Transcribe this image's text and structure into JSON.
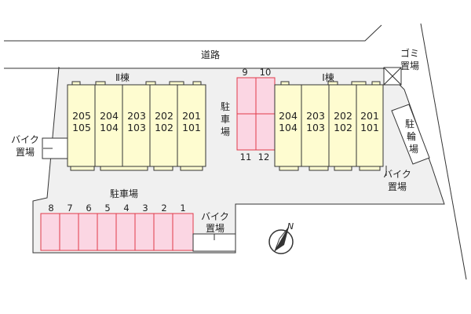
{
  "road_label": "道路",
  "building_ii": {
    "label": "Ⅱ棟",
    "units": [
      {
        "upper": "205",
        "lower": "105"
      },
      {
        "upper": "204",
        "lower": "104"
      },
      {
        "upper": "203",
        "lower": "103"
      },
      {
        "upper": "202",
        "lower": "102"
      },
      {
        "upper": "201",
        "lower": "101"
      }
    ]
  },
  "building_i": {
    "label": "Ⅰ棟",
    "units": [
      {
        "upper": "204",
        "lower": "104"
      },
      {
        "upper": "203",
        "lower": "103"
      },
      {
        "upper": "202",
        "lower": "102"
      },
      {
        "upper": "201",
        "lower": "101"
      }
    ]
  },
  "parking_center": {
    "label": [
      "駐",
      "車",
      "場"
    ],
    "spots_top": [
      "9",
      "10"
    ],
    "spots_bottom": [
      "11",
      "12"
    ]
  },
  "parking_lower": {
    "label": "駐車場",
    "spots": [
      "8",
      "7",
      "6",
      "5",
      "4",
      "3",
      "2",
      "1"
    ]
  },
  "bike_parking_left": [
    "バイク",
    "置場"
  ],
  "bike_parking_bottom": [
    "バイク",
    "置場"
  ],
  "bike_parking_right": [
    "バイク",
    "置場"
  ],
  "bicycle_parking": [
    "駐",
    "輪",
    "場"
  ],
  "garbage": [
    "ゴミ",
    "置場"
  ],
  "compass_label": "N",
  "colors": {
    "building_fill": "#fefcd0",
    "parking_fill": "#fbd6e3",
    "parking_stroke": "#e03a4a",
    "lot_fill": "#f0f0f0",
    "line": "#333333"
  }
}
